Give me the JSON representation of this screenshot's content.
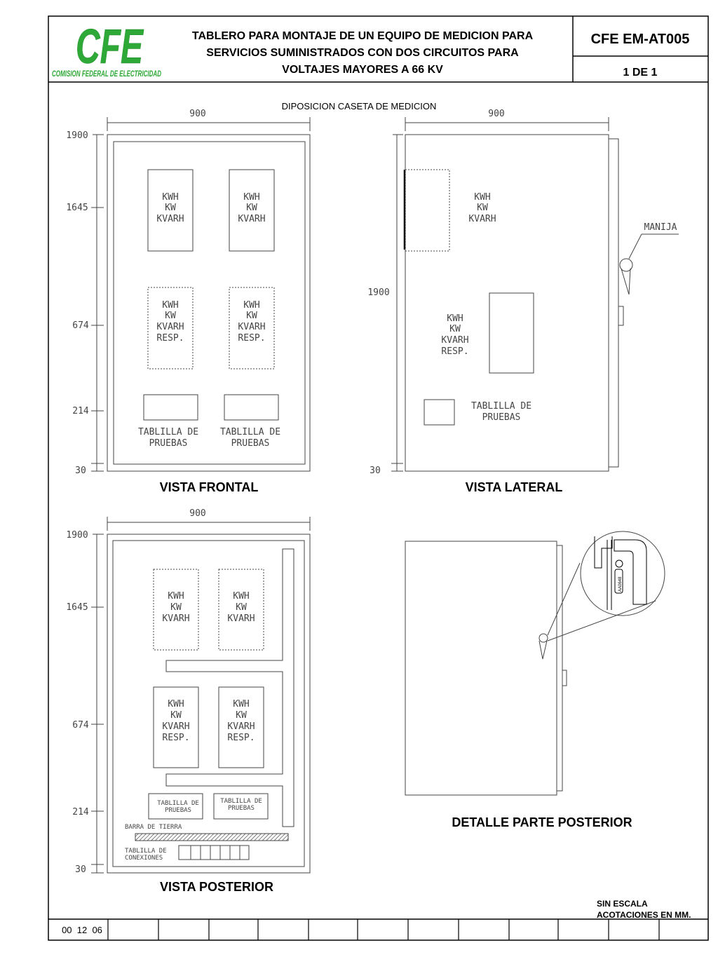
{
  "header": {
    "logo_text": "CFE",
    "logo_subtext": "COMISION FEDERAL DE ELECTRICIDAD",
    "title_lines": [
      "TABLERO PARA MONTAJE DE UN EQUIPO DE MEDICION PARA",
      "SERVICIOS SUMINISTRADOS CON DOS CIRCUITOS PARA",
      "VOLTAJES MAYORES A 66 KV"
    ],
    "code": "CFE EM-AT005",
    "sheet": "1 DE 1"
  },
  "subtitle": "DIPOSICION CASETA DE MEDICION",
  "dims": {
    "width": "900",
    "h1900": "1900",
    "h1645": "1645",
    "h674": "674",
    "h214": "214",
    "h30": "30"
  },
  "meter": {
    "l1": "KWH",
    "l2": "KW",
    "l3": "KVARH",
    "l4": "RESP."
  },
  "test_block": {
    "l1": "TABLILLA DE",
    "l2": "PRUEBAS"
  },
  "rear": {
    "ground_bar": "BARRA DE TIERRA",
    "conn_l1": "TABLILLA DE",
    "conn_l2": "CONEXIONES"
  },
  "handle_label": "MANIJA",
  "seal_text": "AA0648",
  "views": {
    "front": "VISTA FRONTAL",
    "side": "VISTA LATERAL",
    "rear": "VISTA POSTERIOR",
    "detail": "DETALLE PARTE POSTERIOR"
  },
  "notes": {
    "scale": "SIN ESCALA",
    "units": "ACOTACIONES EN MM."
  },
  "revision": "00  12  06",
  "colors": {
    "logo_green": "#2ea836",
    "line": "#000000",
    "drawing": "#444444"
  }
}
